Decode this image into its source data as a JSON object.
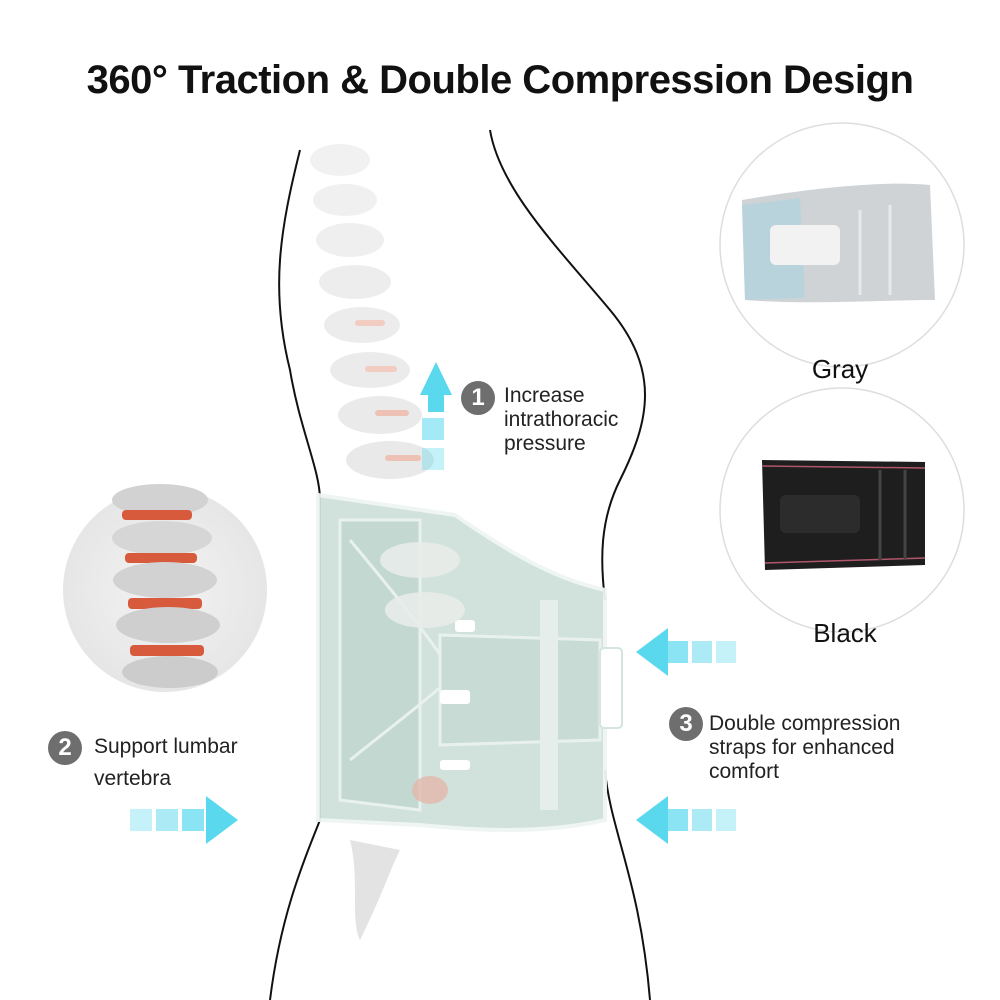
{
  "title": "360° Traction & Double Compression Design",
  "features": [
    {
      "number": "1",
      "text_lines": [
        "Increase",
        "intrathoracic",
        "pressure"
      ]
    },
    {
      "number": "2",
      "text_lines": [
        "Support lumbar",
        "vertebra"
      ]
    },
    {
      "number": "3",
      "text_lines": [
        "Double compression",
        "straps for enhanced",
        "comfort"
      ]
    }
  ],
  "colors": {
    "options": [
      {
        "label": "Gray",
        "body": "#cfd3d6",
        "panel": "#b9d3dc"
      },
      {
        "label": "Black",
        "body": "#1e1e1e",
        "panel": "#2a2a2a"
      }
    ],
    "arrow": "#5ad8ee",
    "belt": "#cfe0da",
    "belt_stroke": "#e9f1ee",
    "vertebra": "#eeeeee",
    "disc": "#d85a3c",
    "badge": "#6e6e6e"
  }
}
